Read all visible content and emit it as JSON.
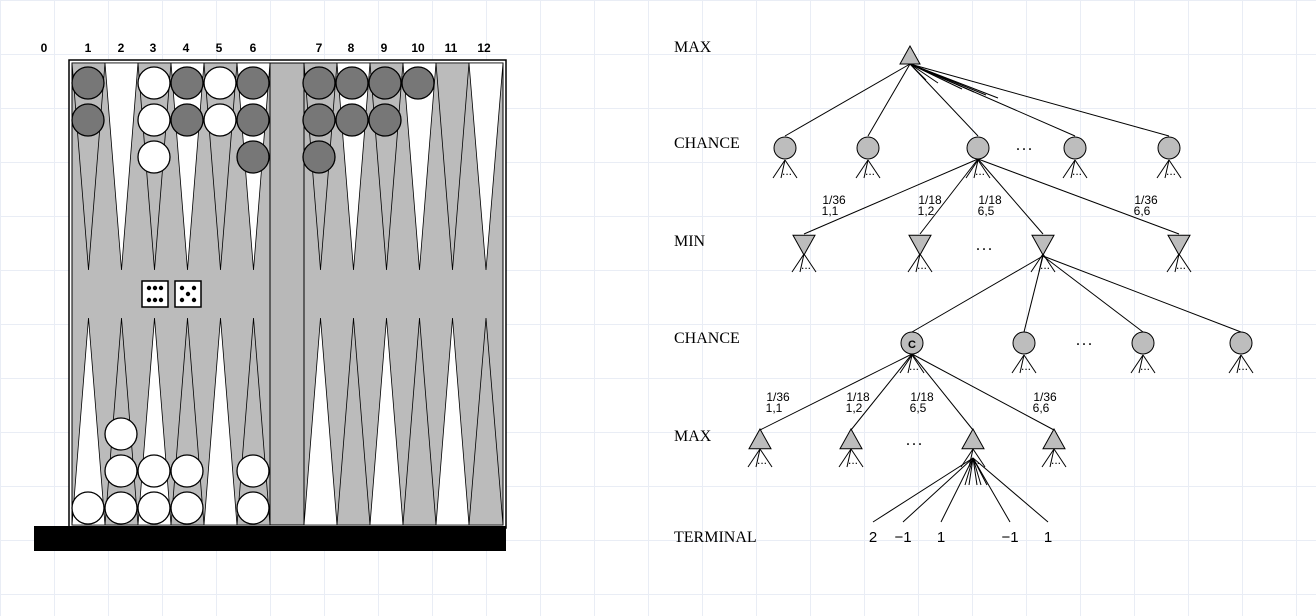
{
  "board": {
    "point_numbers": [
      "0",
      "1",
      "2",
      "3",
      "4",
      "5",
      "6",
      "7",
      "8",
      "9",
      "10",
      "11",
      "12"
    ],
    "checkers": {
      "top": [
        {
          "point": "1",
          "colors": [
            "dark",
            "dark"
          ]
        },
        {
          "point": "3",
          "colors": [
            "white",
            "white",
            "white"
          ]
        },
        {
          "point": "4",
          "colors": [
            "dark",
            "dark"
          ]
        },
        {
          "point": "5",
          "colors": [
            "white",
            "white"
          ]
        },
        {
          "point": "6",
          "colors": [
            "dark",
            "dark",
            "dark"
          ]
        },
        {
          "point": "7",
          "colors": [
            "dark",
            "dark",
            "dark"
          ]
        },
        {
          "point": "8",
          "colors": [
            "dark",
            "dark"
          ]
        },
        {
          "point": "9",
          "colors": [
            "dark",
            "dark"
          ]
        },
        {
          "point": "10",
          "colors": [
            "dark"
          ]
        }
      ],
      "bottom": [
        {
          "point": "1",
          "count": 1
        },
        {
          "point": "2",
          "count": 3
        },
        {
          "point": "3",
          "count": 2
        },
        {
          "point": "4",
          "count": 2
        },
        {
          "point": "6",
          "count": 2
        }
      ]
    },
    "dice": [
      6,
      5
    ],
    "colors": {
      "dark_checker": "#777777",
      "white_checker": "#ffffff",
      "shaded_triangle": "#bbbbbb",
      "bar": "#b8b8b8"
    }
  },
  "tree": {
    "levels": [
      {
        "id": "max1",
        "label": "MAX"
      },
      {
        "id": "chance1",
        "label": "CHANCE"
      },
      {
        "id": "min",
        "label": "MIN"
      },
      {
        "id": "chance2",
        "label": "CHANCE"
      },
      {
        "id": "max2",
        "label": "MAX"
      },
      {
        "id": "terminal",
        "label": "TERMINAL"
      }
    ],
    "ellipsis": "...",
    "chance_node_label": "C",
    "prob_labels_upper": [
      {
        "p": "1/36",
        "roll": "1,1"
      },
      {
        "p": "1/18",
        "roll": "1,2"
      },
      {
        "p": "1/18",
        "roll": "6,5"
      },
      {
        "p": "1/36",
        "roll": "6,6"
      }
    ],
    "prob_labels_lower": [
      {
        "p": "1/36",
        "roll": "1,1"
      },
      {
        "p": "1/18",
        "roll": "1,2"
      },
      {
        "p": "1/18",
        "roll": "6,5"
      },
      {
        "p": "1/36",
        "roll": "6,6"
      }
    ],
    "terminal_values": [
      "2",
      "−1",
      "1",
      "−1",
      "1"
    ],
    "node_fill": "#bdbdbd"
  }
}
